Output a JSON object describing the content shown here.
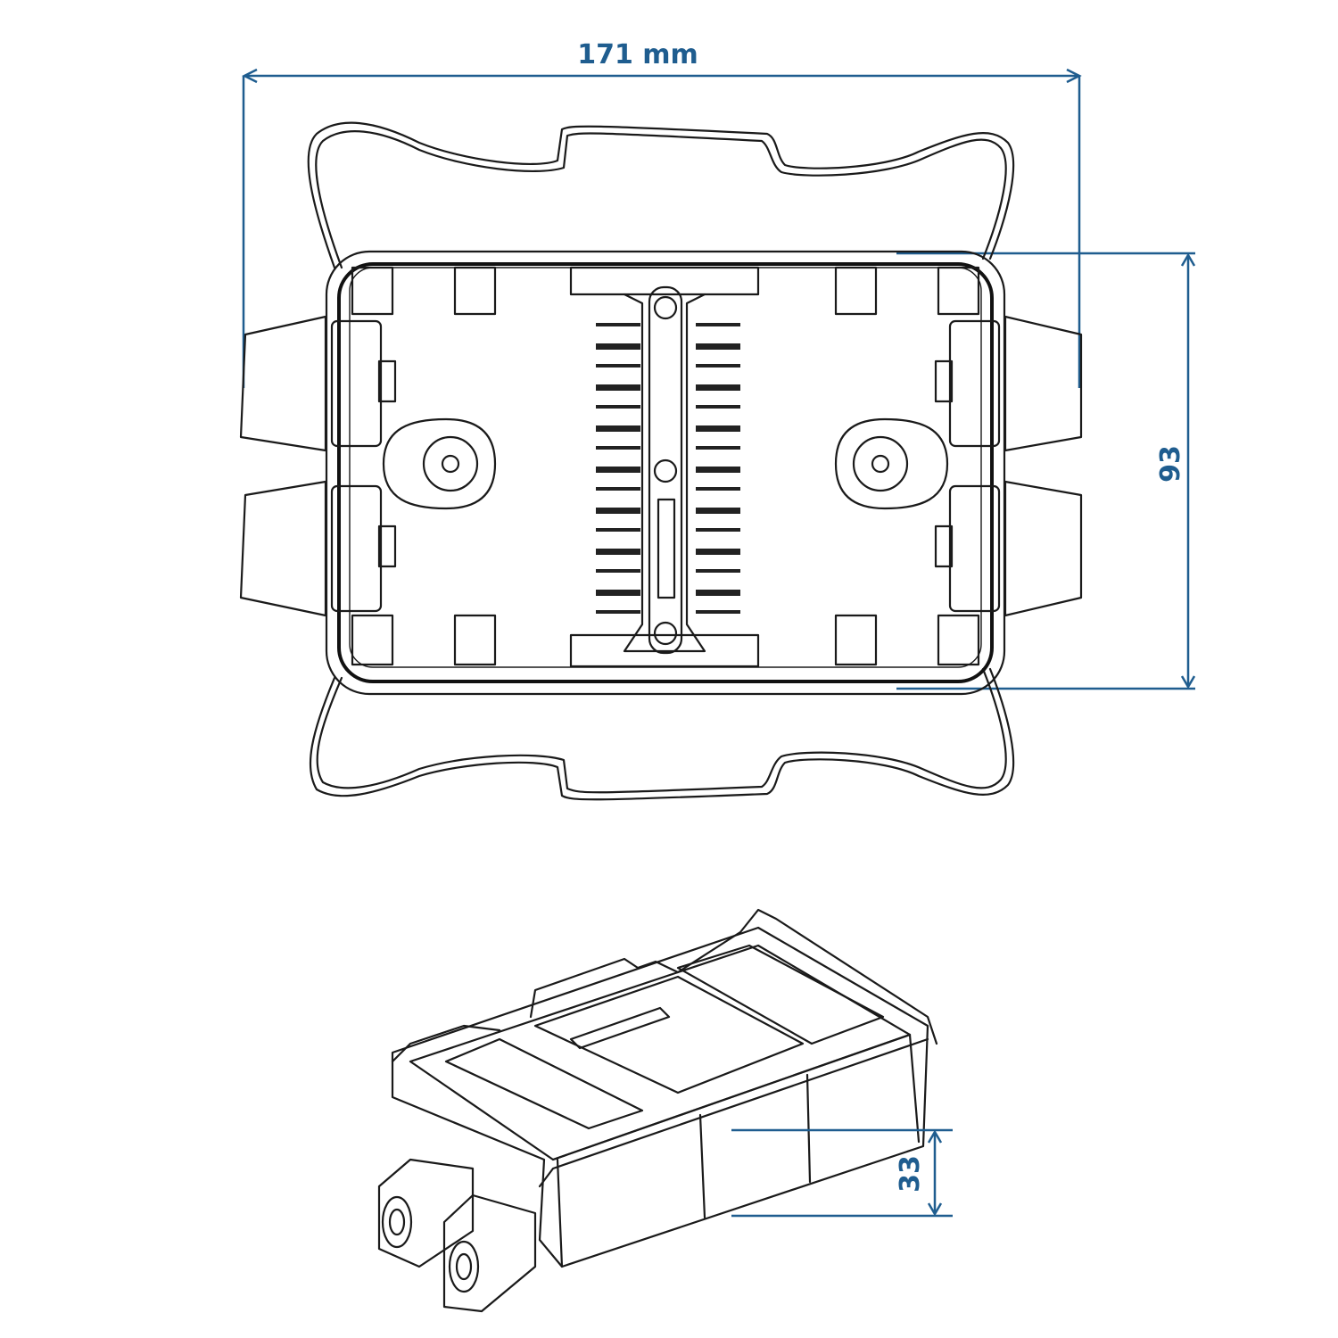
{
  "dimensions": {
    "width_label": "171 mm",
    "depth_label": "93",
    "height_label": "33"
  },
  "colors": {
    "dimension": "#1f5d8f",
    "outline": "#1a1a1a"
  }
}
